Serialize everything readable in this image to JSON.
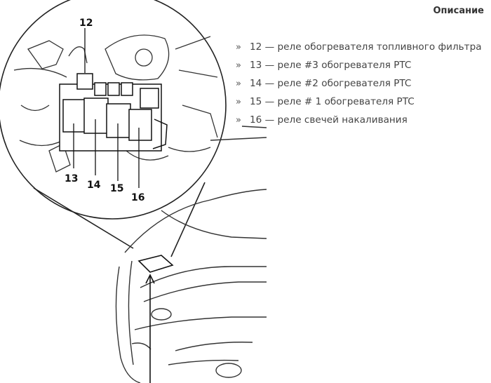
{
  "heading": "Описание",
  "bullet_symbol": "»",
  "items": [
    {
      "text": "12 — реле обогревателя топливного фильтра"
    },
    {
      "text": "13 — реле #3 обогревателя PTC"
    },
    {
      "text": "14 — реле #2 обогревателя PTC"
    },
    {
      "text": "15 — реле # 1 обогревателя PTC"
    },
    {
      "text": "16 — реле свечей накаливания"
    }
  ],
  "callouts": [
    "12",
    "13",
    "14",
    "15",
    "16"
  ]
}
